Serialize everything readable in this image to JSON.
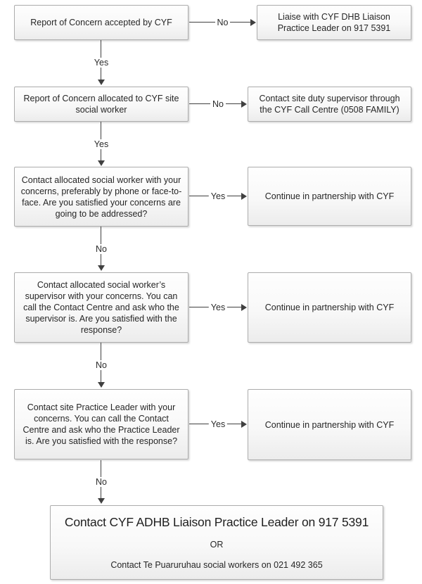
{
  "styles": {
    "box_border": "#adadad",
    "box_fill_top": "#fefefe",
    "box_fill_bottom": "#ececec",
    "text_color": "#262626",
    "line_color": "#404040",
    "background": "#ffffff"
  },
  "nodes": {
    "report_accepted": {
      "text": "Report of Concern accepted by CYF"
    },
    "liaise_dhb": {
      "text": "Liaise with CYF DHB Liaison Practice Leader on 917 5391"
    },
    "report_allocated": {
      "text": "Report of Concern allocated to CYF site social worker"
    },
    "duty_supervisor": {
      "text": "Contact site duty supervisor through the CYF Call Centre (0508 FAMILY)"
    },
    "contact_social_worker": {
      "text": "Contact allocated social worker with your concerns, preferably by phone or face-to-face. Are you satisfied your concerns are going to be addressed?"
    },
    "continue_partnership_1": {
      "text": "Continue in partnership with CYF"
    },
    "contact_supervisor": {
      "text": "Contact allocated social worker’s supervisor with your concerns. You can call the Contact Centre and ask who the supervisor is. Are you satisfied with the response?"
    },
    "continue_partnership_2": {
      "text": "Continue in partnership with CYF"
    },
    "contact_practice_leader": {
      "text": "Contact site Practice Leader with your concerns. You can call the Contact Centre and ask who the Practice Leader is. Are you satisfied with the response?"
    },
    "continue_partnership_3": {
      "text": "Continue in partnership with CYF"
    },
    "final": {
      "line1": "Contact CYF ADHB Liaison Practice Leader on 917 5391",
      "or": "OR",
      "line2": "Contact Te Puaruruhau social workers on 021 492 365"
    }
  },
  "connectors": {
    "h1": {
      "label": "No"
    },
    "h2": {
      "label": "No"
    },
    "h3": {
      "label": "Yes"
    },
    "h4": {
      "label": "Yes"
    },
    "h5": {
      "label": "Yes"
    },
    "v1": {
      "label": "Yes"
    },
    "v2": {
      "label": "Yes"
    },
    "v3": {
      "label": "No"
    },
    "v4": {
      "label": "No"
    },
    "v5": {
      "label": "No"
    }
  }
}
